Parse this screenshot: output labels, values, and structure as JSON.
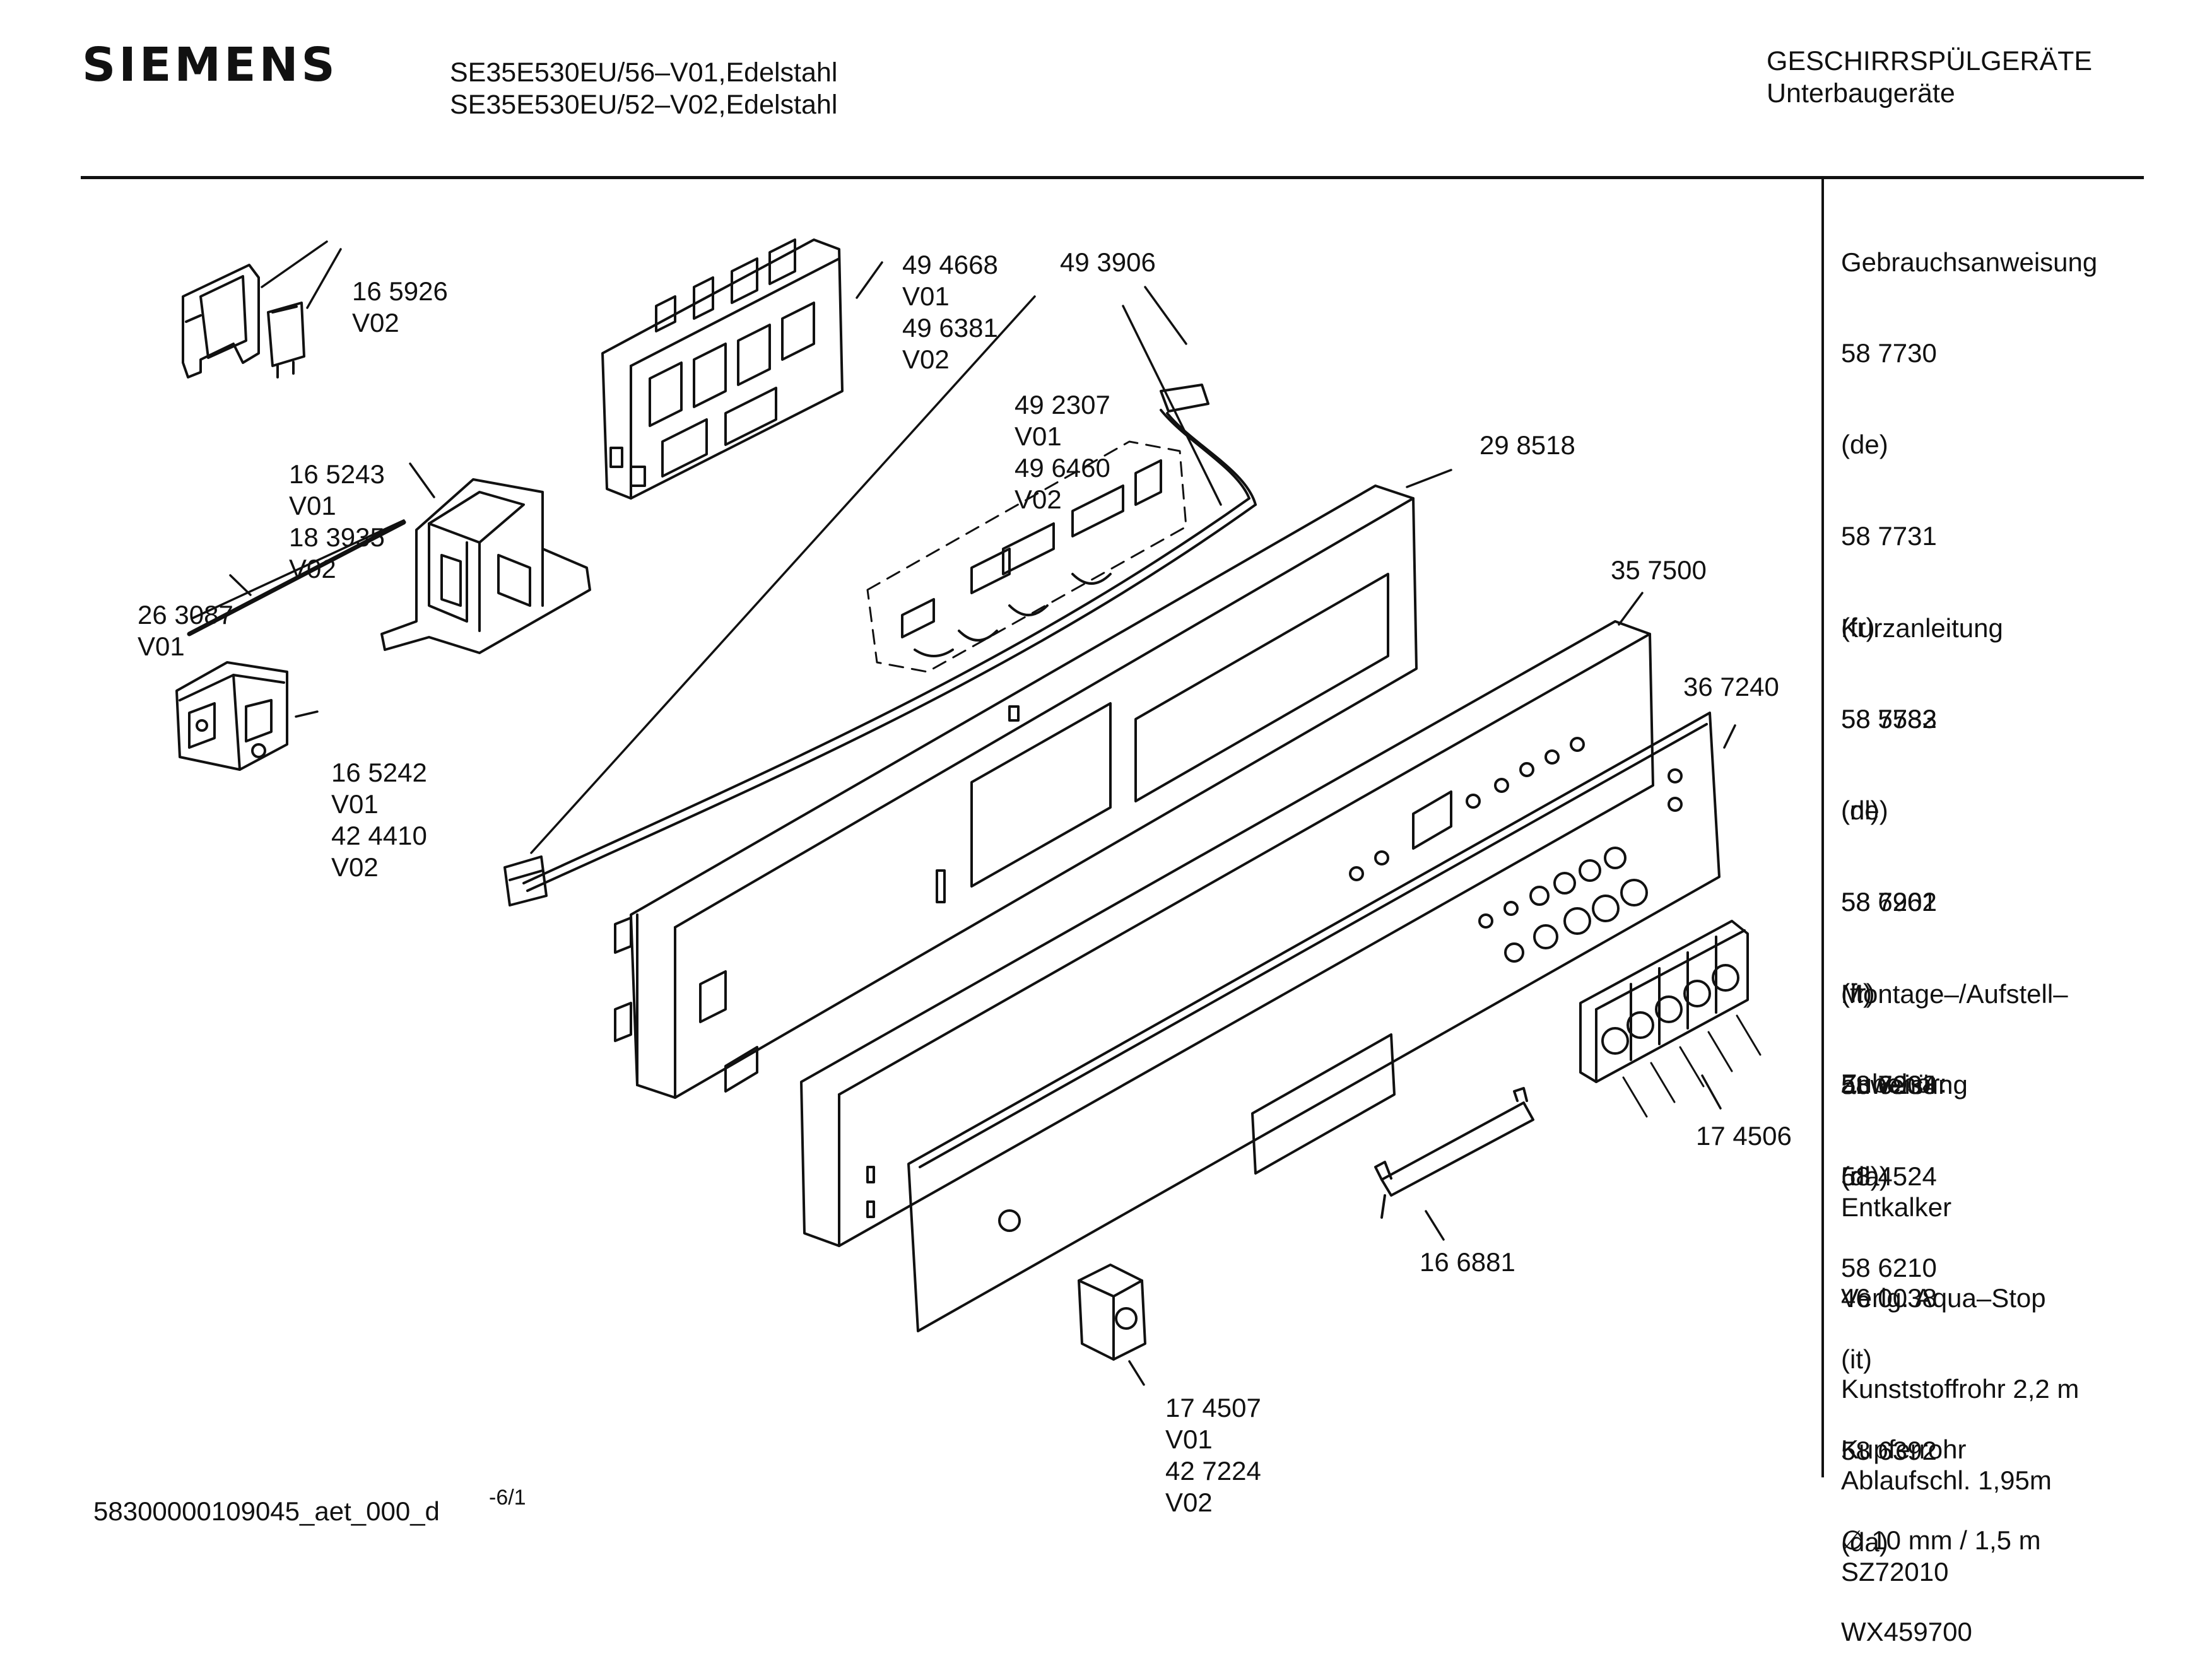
{
  "header": {
    "brand": "SIEMENS",
    "model_lines": [
      "SE35E530EU/56–V01,Edelstahl",
      "SE35E530EU/52–V02,Edelstahl"
    ],
    "category": "GESCHIRRSPÜLGERÄTE",
    "subcategory": "Unterbaugeräte"
  },
  "callouts": [
    {
      "id": "c1",
      "lines": [
        "16 5926",
        "V02"
      ]
    },
    {
      "id": "c2",
      "lines": [
        "49 4668",
        "V01",
        "49 6381",
        "V02"
      ]
    },
    {
      "id": "c3",
      "lines": [
        "49 3906"
      ]
    },
    {
      "id": "c4",
      "lines": [
        "49 2307",
        "V01",
        "49 6460",
        "V02"
      ]
    },
    {
      "id": "c5",
      "lines": [
        "16 5243",
        "V01",
        "18 3935",
        "V02"
      ]
    },
    {
      "id": "c6",
      "lines": [
        "26 3087",
        "V01"
      ]
    },
    {
      "id": "c7",
      "lines": [
        "29 8518"
      ]
    },
    {
      "id": "c8",
      "lines": [
        "35 7500"
      ]
    },
    {
      "id": "c9",
      "lines": [
        "36 7240"
      ]
    },
    {
      "id": "c10",
      "lines": [
        "16 5242",
        "V01",
        "42 4410",
        "V02"
      ]
    },
    {
      "id": "c11",
      "lines": [
        "17 4506"
      ]
    },
    {
      "id": "c12",
      "lines": [
        "16 6881"
      ]
    },
    {
      "id": "c13",
      "lines": [
        "17 4507",
        "V01",
        "42 7224",
        "V02"
      ]
    }
  ],
  "sidebar": {
    "sections": [
      {
        "lines": [
          "Gebrauchsanweisung",
          "58 7730",
          "(de)",
          "58 7731",
          "(fr)",
          "58 7732",
          "(nl)",
          "58 7961",
          "(it)",
          "58 7934",
          "(da)"
        ]
      },
      {
        "lines": [
          "Kurzanleitung",
          "58 5583",
          "(de)",
          "58 6202",
          "(fr)",
          "58 6203",
          "(nl)",
          "58 6210",
          "(it)",
          "58 6392",
          "(da)"
        ]
      },
      {
        "lines": [
          "Montage–/Aufstell–",
          "anweisung",
          "58 4524"
        ]
      },
      {
        "lines": [
          "Zubehör:"
        ]
      },
      {
        "lines": [
          "Entkalker",
          "46 0038"
        ]
      },
      {
        "lines": [
          "Verlg. Aqua–Stop",
          "Kunststoffrohr 2,2 m",
          "Ablaufschl. 1,95m",
          "SZ72010"
        ]
      },
      {
        "lines": [
          "Kupferrohr",
          "∅ 10 mm / 1,5 m",
          "WX459700"
        ]
      }
    ]
  },
  "footer": {
    "doc_id": "58300000109045_aet_000_d",
    "page": "-6/1"
  }
}
